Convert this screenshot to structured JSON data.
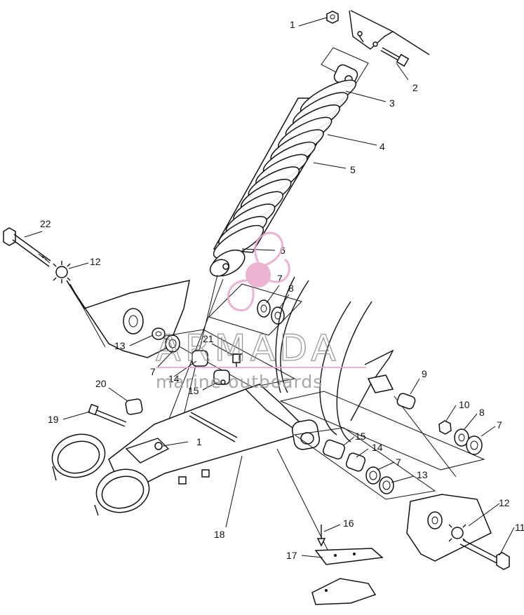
{
  "diagram": {
    "callouts": [
      {
        "id": "c1a",
        "text": "1"
      },
      {
        "id": "c2",
        "text": "2"
      },
      {
        "id": "c3",
        "text": "3"
      },
      {
        "id": "c4",
        "text": "4"
      },
      {
        "id": "c5",
        "text": "5"
      },
      {
        "id": "c6",
        "text": "6"
      },
      {
        "id": "c7a",
        "text": "7"
      },
      {
        "id": "c8a",
        "text": "8"
      },
      {
        "id": "c22",
        "text": "22"
      },
      {
        "id": "c12a",
        "text": "12"
      },
      {
        "id": "c13a",
        "text": "13"
      },
      {
        "id": "c21",
        "text": "21"
      },
      {
        "id": "c7b",
        "text": "7"
      },
      {
        "id": "c14a",
        "text": "14"
      },
      {
        "id": "c15a",
        "text": "15"
      },
      {
        "id": "c20",
        "text": "20"
      },
      {
        "id": "c19",
        "text": "19"
      },
      {
        "id": "c1b",
        "text": "1"
      },
      {
        "id": "c9",
        "text": "9"
      },
      {
        "id": "c10",
        "text": "10"
      },
      {
        "id": "c8b",
        "text": "8"
      },
      {
        "id": "c7c",
        "text": "7"
      },
      {
        "id": "c15b",
        "text": "15"
      },
      {
        "id": "c14b",
        "text": "14"
      },
      {
        "id": "c7d",
        "text": "7"
      },
      {
        "id": "c13b",
        "text": "13"
      },
      {
        "id": "c12b",
        "text": "12"
      },
      {
        "id": "c11",
        "text": "11"
      },
      {
        "id": "c18",
        "text": "18"
      },
      {
        "id": "c16",
        "text": "16"
      },
      {
        "id": "c17",
        "text": "17"
      }
    ]
  },
  "watermark": {
    "brand": "ARMADA",
    "tagline": "marine outboards",
    "logo_color": "#e7a6c9",
    "text_color": "#8a8a8a"
  }
}
